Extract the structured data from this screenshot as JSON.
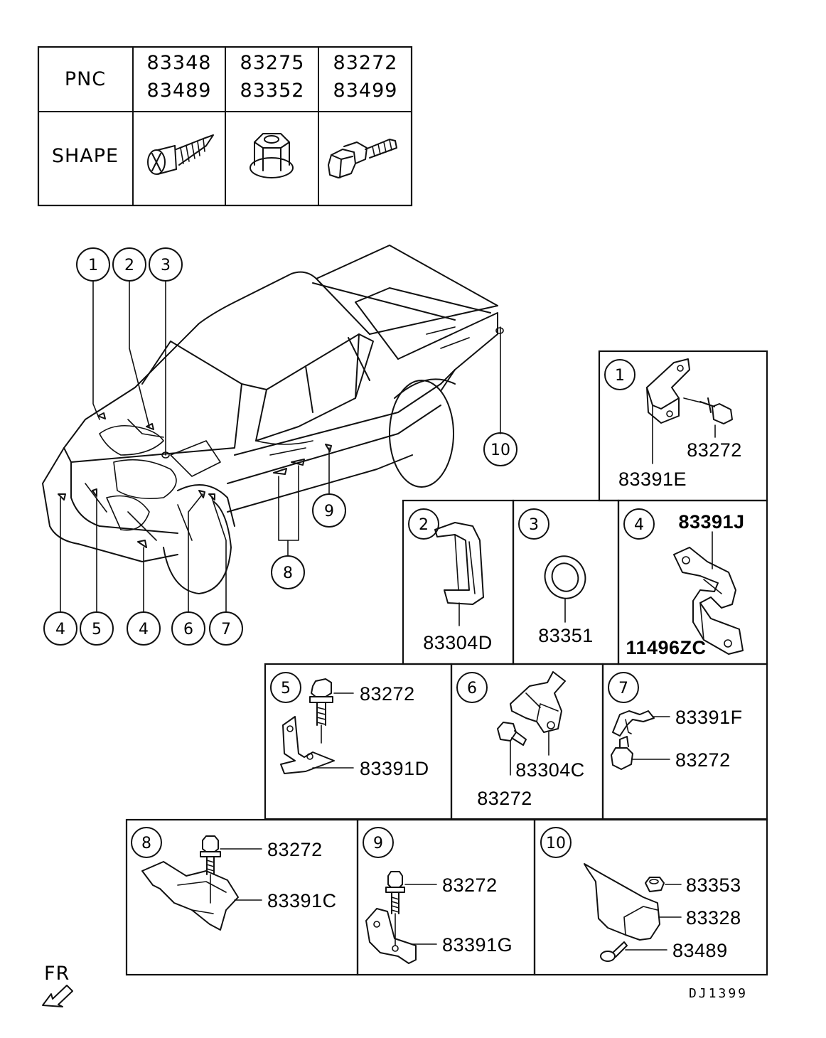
{
  "pnc_table": {
    "row1_header": "PNC",
    "row2_header": "SHAPE",
    "columns": [
      {
        "pnc_a": "83348",
        "pnc_b": "83489",
        "shape_icon": "tapping-screw-icon"
      },
      {
        "pnc_a": "83275",
        "pnc_b": "83352",
        "shape_icon": "flange-nut-icon"
      },
      {
        "pnc_a": "83272",
        "pnc_b": "83499",
        "shape_icon": "flange-bolt-icon"
      }
    ]
  },
  "vehicle_callouts": [
    "1",
    "2",
    "3",
    "4",
    "5",
    "4",
    "6",
    "7",
    "8",
    "9",
    "10"
  ],
  "detail_boxes": {
    "b1": {
      "num": "1",
      "parts": [
        "83272",
        "83391E"
      ]
    },
    "b2": {
      "num": "2",
      "parts": [
        "83304D"
      ]
    },
    "b3": {
      "num": "3",
      "parts": [
        "83351"
      ]
    },
    "b4": {
      "num": "4",
      "parts": [
        "83391J",
        "11496ZC"
      ]
    },
    "b5": {
      "num": "5",
      "parts": [
        "83272",
        "83391D"
      ]
    },
    "b6": {
      "num": "6",
      "parts": [
        "83304C",
        "83272"
      ]
    },
    "b7": {
      "num": "7",
      "parts": [
        "83391F",
        "83272"
      ]
    },
    "b8": {
      "num": "8",
      "parts": [
        "83272",
        "83391C"
      ]
    },
    "b9": {
      "num": "9",
      "parts": [
        "83272",
        "83391G"
      ]
    },
    "b10": {
      "num": "10",
      "parts": [
        "83353",
        "83328",
        "83489"
      ]
    }
  },
  "front_indicator": "FR",
  "diagram_code": "DJ1399"
}
